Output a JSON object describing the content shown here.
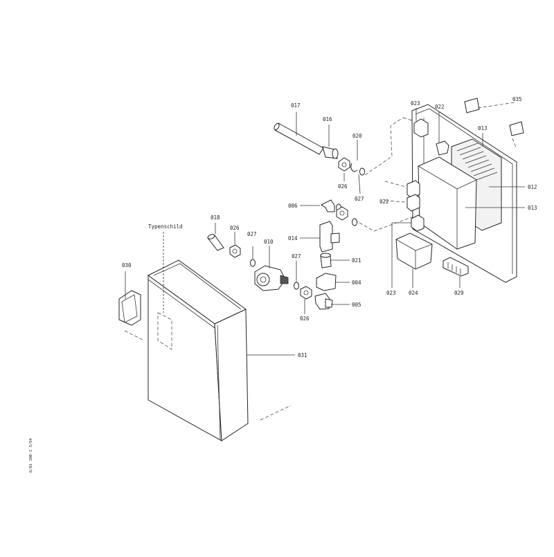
{
  "labels": {
    "p017": "017",
    "p016": "016",
    "p020": "020",
    "p026_top": "026",
    "p027_top": "027",
    "p006": "006",
    "p014": "014",
    "p021": "021",
    "p004": "004",
    "p005": "005",
    "p018": "018",
    "p026_left": "026",
    "p027_left": "027",
    "p010": "010",
    "p027_mid": "027",
    "p026_bottom": "026",
    "p023_top": "023",
    "p022_top": "022",
    "p035": "035",
    "p013_top": "013",
    "p012": "012",
    "p013_right": "013",
    "p022_left": "022",
    "p023_bottom": "023",
    "p024": "024",
    "p029": "029",
    "p030": "030",
    "p031": "031",
    "typenschild": "Typenschild"
  },
  "margin_code": "6/81 100-1  3/94"
}
